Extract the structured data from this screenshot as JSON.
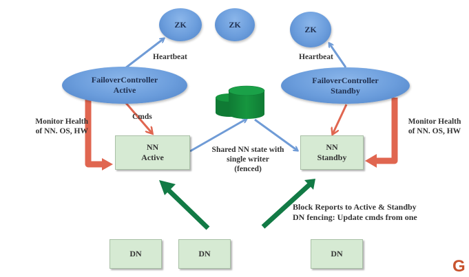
{
  "diagram": {
    "zk_nodes": [
      {
        "label": "ZK"
      },
      {
        "label": "ZK"
      },
      {
        "label": "ZK"
      }
    ],
    "failover_active": {
      "line1": "FailoverController",
      "line2": "Active"
    },
    "failover_standby": {
      "line1": "FailoverController",
      "line2": "Standby"
    },
    "heartbeat_left": "Heartbeat",
    "heartbeat_right": "Heartbeat",
    "cmds": "Cmds",
    "monitor_left": {
      "line1": "Monitor Health",
      "line2": "of NN. OS, HW"
    },
    "monitor_right": {
      "line1": "Monitor Health",
      "line2": "of NN. OS, HW"
    },
    "nn_active": {
      "line1": "NN",
      "line2": "Active"
    },
    "nn_standby": {
      "line1": "NN",
      "line2": "Standby"
    },
    "shared_state": {
      "line1": "Shared NN state with",
      "line2": "single writer",
      "line3": "(fenced)"
    },
    "block_reports": {
      "line1": "Block Reports to Active & Standby",
      "line2": "DN fencing: Update cmds from one"
    },
    "data_nodes": [
      {
        "label": "DN"
      },
      {
        "label": "DN"
      },
      {
        "label": "DN"
      }
    ],
    "brand_fragment": "G",
    "colors": {
      "ellipse_blue": "#6b9ddc",
      "box_green": "#d6ead3",
      "arrow_blue": "#6f9bd6",
      "arrow_red": "#e06650",
      "arrow_green": "#127a45",
      "storage_green": "#138a3e",
      "brand_orange": "#c8532e"
    }
  }
}
